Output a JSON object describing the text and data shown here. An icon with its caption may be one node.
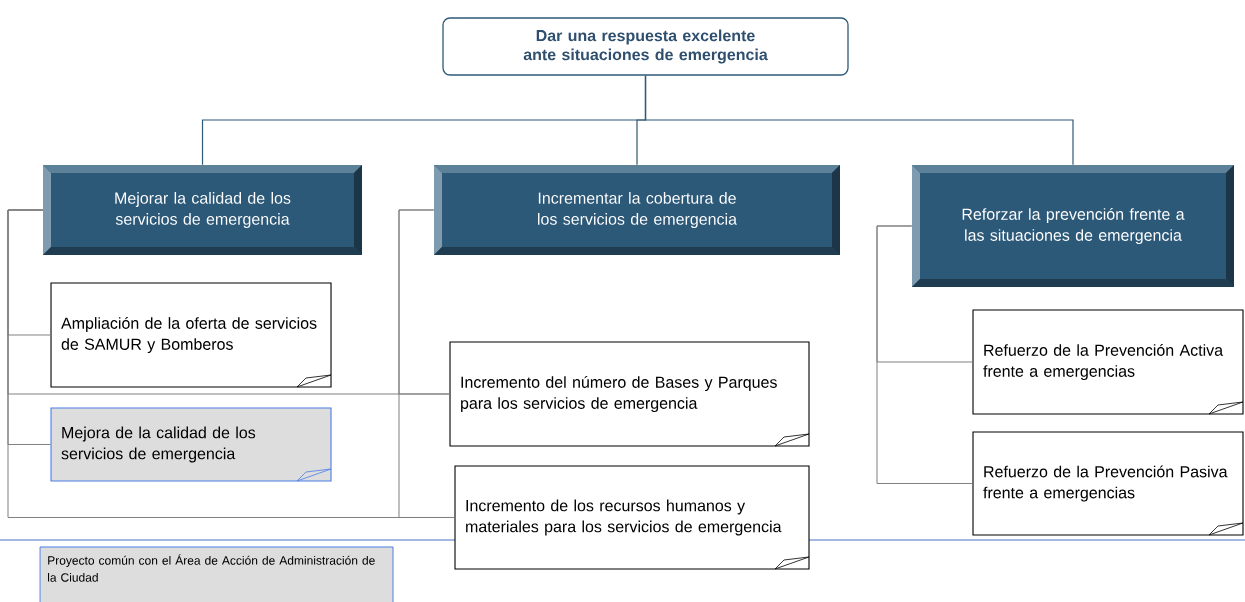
{
  "diagram": {
    "nodes": [
      {
        "text": [
          "Dar una respuesta excelente ante situaciones de emergencia"
        ]
      },
      {
        "text": [
          "Mejorar la calidad de los servicios de emergencia"
        ]
      },
      {
        "text": [
          "Incrementar la cobertura de los servicios de emergencia"
        ]
      },
      {
        "text": [
          "Reforzar la prevención frente a las situaciones de emergencia"
        ]
      },
      {
        "text": [
          "Ampliación de la oferta de servicios de SAMUR y Bomberos"
        ]
      },
      {
        "text": [
          "Mejora de la calidad de los servicios de emergencia"
        ]
      },
      {
        "text": [
          "Incremento del número de Bases y Parques para los servicios de emergencia"
        ]
      },
      {
        "text": [
          "Incremento de los recursos humanos y materiales para los servicios de emergencia"
        ]
      },
      {
        "text": [
          "Refuerzo de la Prevención Activa frente a emergencias"
        ]
      },
      {
        "text": [
          "Refuerzo de la Prevención Pasiva frente a emergencias"
        ]
      }
    ],
    "edges": [
      {
        "from": 0,
        "to": 1,
        "arrow": "none",
        "color": "#2e5a78"
      },
      {
        "from": 0,
        "to": 2,
        "arrow": "none",
        "color": "#2e5a78"
      },
      {
        "from": 0,
        "to": 3,
        "arrow": "none",
        "color": "#2e5a78"
      },
      {
        "from": 1,
        "to": 4,
        "arrow": "none"
      },
      {
        "from": 1,
        "to": 5,
        "arrow": "none"
      },
      {
        "from": 1,
        "to": 6,
        "arrow": "none"
      },
      {
        "from": 1,
        "to": 7,
        "arrow": "none"
      },
      {
        "from": 2,
        "to": 6,
        "arrow": "none"
      },
      {
        "from": 2,
        "to": 7,
        "arrow": "none"
      },
      {
        "from": 3,
        "to": 8,
        "arrow": "none"
      },
      {
        "from": 3,
        "to": 9,
        "arrow": "none"
      }
    ],
    "legend": [
      {
        "text": "Proyecto común con el Área de Acción de Administración de la Ciudad",
        "color": "#dddddd"
      }
    ]
  }
}
